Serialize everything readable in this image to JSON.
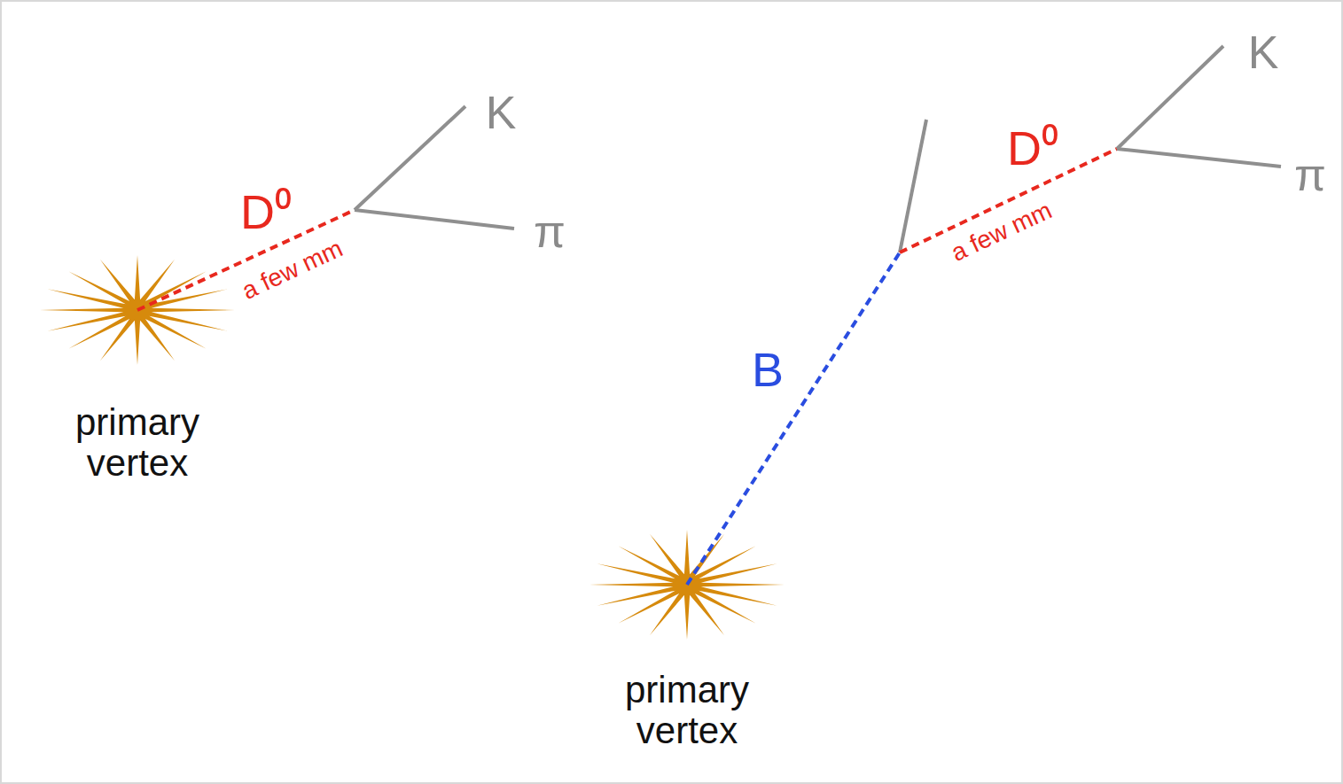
{
  "diagram": {
    "labels": [
      "D⁰",
      "a few mm",
      "K",
      "π",
      "primary vertex",
      "B",
      "D⁰",
      "a few mm",
      "K",
      "π",
      "primary vertex"
    ]
  }
}
